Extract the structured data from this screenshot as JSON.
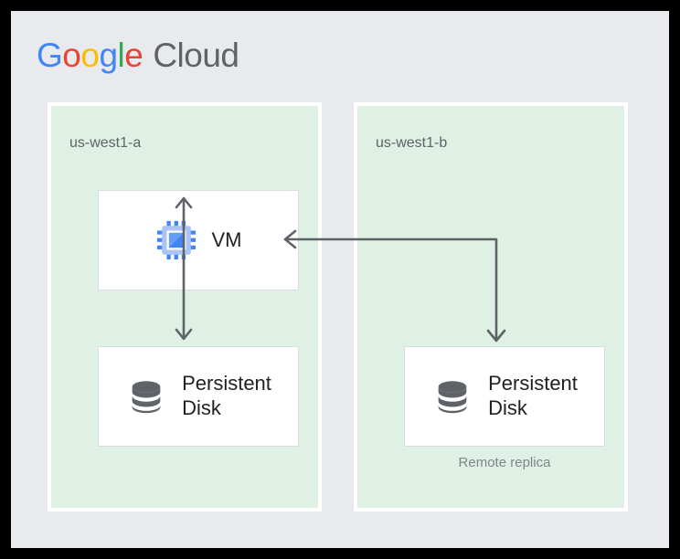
{
  "brand": {
    "name": "Google Cloud",
    "google_letters": [
      {
        "char": "G",
        "color": "#4285f4"
      },
      {
        "char": "o",
        "color": "#ea4335"
      },
      {
        "char": "o",
        "color": "#fbbc05"
      },
      {
        "char": "g",
        "color": "#4285f4"
      },
      {
        "char": "l",
        "color": "#34a853"
      },
      {
        "char": "e",
        "color": "#ea4335"
      }
    ],
    "suffix": "Cloud",
    "suffix_color": "#5f6368"
  },
  "colors": {
    "frame": "#000000",
    "canvas": "#e8eaed",
    "zone_fill": "#dff0e5",
    "zone_border": "#ffffff",
    "card_fill": "#ffffff",
    "card_border": "#dadce0",
    "text_primary": "#202124",
    "text_secondary": "#5f6368",
    "text_muted": "#80868b",
    "arrow": "#5f6368",
    "vm_icon_blue": "#4285f4",
    "vm_icon_light_blue": "#a8c7fa",
    "disk_icon_gray": "#5f6368"
  },
  "zones": [
    {
      "id": "us-west1-a",
      "label": "us-west1-a",
      "resources": [
        {
          "id": "vm",
          "label": "VM",
          "icon": "vm-chip-icon"
        },
        {
          "id": "persistent-disk-primary",
          "label": "Persistent\nDisk",
          "icon": "persistent-disk-icon"
        }
      ]
    },
    {
      "id": "us-west1-b",
      "label": "us-west1-b",
      "resources": [
        {
          "id": "persistent-disk-replica",
          "label": "Persistent\nDisk",
          "icon": "persistent-disk-icon",
          "caption": "Remote replica"
        }
      ]
    }
  ],
  "connections": [
    {
      "id": "vm-to-disk",
      "from": "vm",
      "to": "persistent-disk-primary",
      "style": "double-headed-vertical-arrow"
    },
    {
      "id": "replica-to-vm",
      "from": "persistent-disk-replica",
      "to": "vm",
      "style": "elbow-arrow-double-ended"
    }
  ]
}
